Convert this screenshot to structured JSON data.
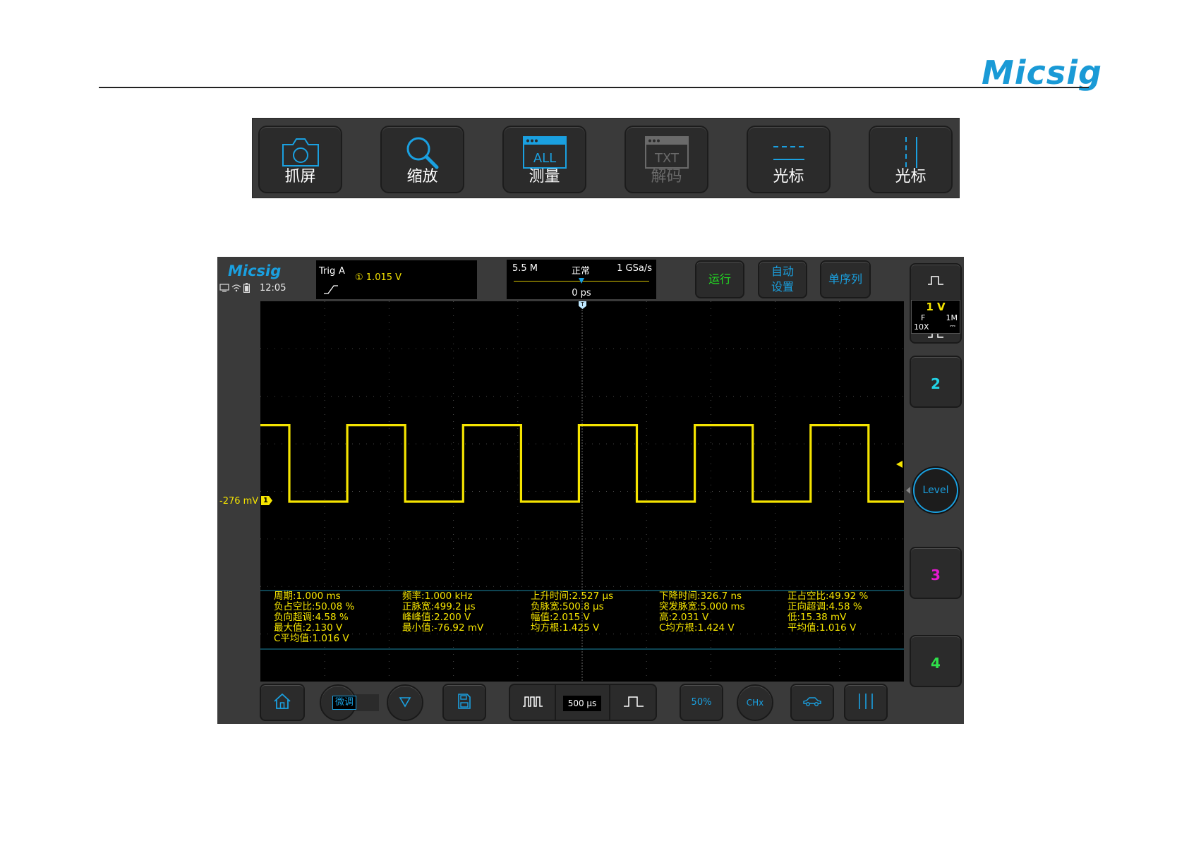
{
  "header": {
    "brand": "Micsig"
  },
  "toolbar": {
    "buttons": [
      {
        "label": "抓屏",
        "icon": "camera-icon",
        "enabled": true
      },
      {
        "label": "缩放",
        "icon": "magnifier-icon",
        "enabled": true
      },
      {
        "label": "测量",
        "icon": "measure-all-icon",
        "icon_text": "ALL",
        "enabled": true
      },
      {
        "label": "解码",
        "icon": "decode-txt-icon",
        "icon_text": "TXT",
        "enabled": false
      },
      {
        "label": "光标",
        "icon": "horizontal-cursor-icon",
        "enabled": true
      },
      {
        "label": "光标",
        "icon": "vertical-cursor-icon",
        "enabled": true
      }
    ]
  },
  "scope": {
    "brand": "Micsig",
    "clock": "12:05",
    "trigger": {
      "label": "Trig",
      "source": "A",
      "level": "① 1.015  V"
    },
    "timebase_info": {
      "memory": "5.5 M",
      "mode": "正常",
      "sample_rate": "1 GSa/s",
      "delay": "0 ps",
      "trigger_position_fraction": 0.5
    },
    "top_buttons": {
      "run": "运行",
      "auto_line1": "自动",
      "auto_line2": "设置",
      "single": "单序列"
    },
    "ch1": {
      "offset": "-276 mV",
      "marker": "1",
      "volts_div": "1 V",
      "coupling_filter": "F",
      "impedance": "1M",
      "probe": "10X",
      "dc_symbol": "⎓",
      "waveform": {
        "type": "square",
        "high_div": 4.0,
        "low_div": 0.0,
        "period_div": 1.8,
        "first_edge_div": 0.45,
        "first_level": "high"
      }
    },
    "channels": [
      {
        "num": "2",
        "color": "#22d3e6"
      },
      {
        "num": "3",
        "color": "#e619d0"
      },
      {
        "num": "4",
        "color": "#2fe04a"
      }
    ],
    "level_knob": "Level",
    "measurements": [
      [
        "周期:1.000 ms",
        "负占空比:50.08 %",
        "负向超调:4.58 %",
        "最大值:2.130 V",
        "C平均值:1.016 V"
      ],
      [
        "频率:1.000 kHz",
        "正脉宽:499.2 μs",
        "峰峰值:2.200 V",
        "最小值:-76.92 mV"
      ],
      [
        "上升时间:2.527 μs",
        "负脉宽:500.8 μs",
        "幅值:2.015 V",
        "均方根:1.425 V"
      ],
      [
        "下降时间:326.7 ns",
        "突发脉宽:5.000 ms",
        "高:2.031 V",
        "C均方根:1.424 V"
      ],
      [
        "正占空比:49.92 %",
        "正向超调:4.58 %",
        "低:15.38 mV",
        "平均值:1.016 V"
      ]
    ],
    "bottom": {
      "fine": "微调",
      "timebase": "500 μs",
      "fifty_percent": "50%",
      "ch_select": "CHx"
    },
    "colors": {
      "ch1": "#f5e400",
      "accent": "#1aa0e0",
      "run": "#22dd22"
    }
  }
}
